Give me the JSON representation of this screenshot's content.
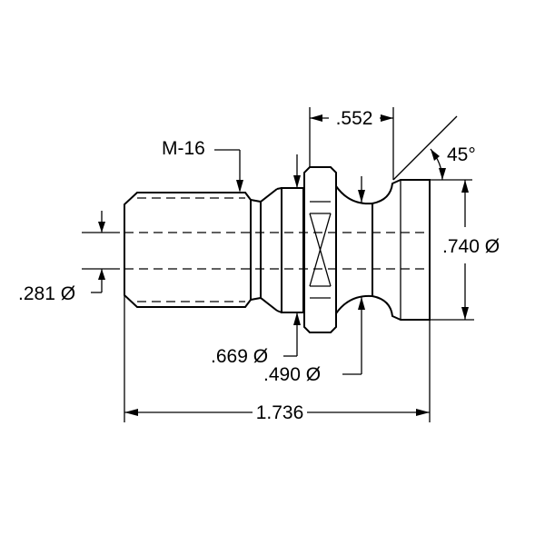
{
  "drawing": {
    "labels": {
      "thread": "M-16",
      "flange_width": ".552",
      "chamfer_angle": "45°",
      "head_diameter": ".740 Ø",
      "bore_diameter": ".281 Ø",
      "shoulder_diameter": ".669 Ø",
      "neck_diameter": ".490 Ø",
      "overall_length": "1.736"
    }
  }
}
